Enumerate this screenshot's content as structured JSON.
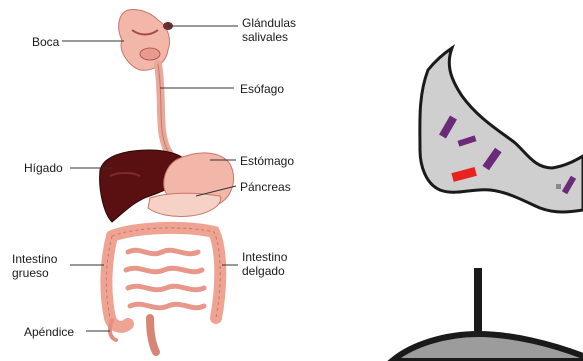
{
  "diagram": {
    "labels": {
      "boca": "Boca",
      "glandulas_line1": "Glándulas",
      "glandulas_line2": "salivales",
      "esofago": "Esófago",
      "higado": "Hígado",
      "estomago": "Estómago",
      "pancreas": "Páncreas",
      "intestino_grueso_line1": "Intestino",
      "intestino_grueso_line2": "grueso",
      "intestino_delgado_line1": "Intestino",
      "intestino_delgado_line2": "delgado",
      "apendice": "Apéndice"
    },
    "colors": {
      "organ_pink": "#f2b7a8",
      "organ_dark": "#c8756a",
      "liver": "#5a1010",
      "panel_bg": "#cfcfcf",
      "panel_stroke": "#1a1a1a",
      "bar_purple": "#6b2a7a",
      "bar_red": "#e8231f"
    },
    "icons": [
      "digestive-system-illustration",
      "digestive-tract-zoom",
      "crosshair-circle"
    ]
  }
}
